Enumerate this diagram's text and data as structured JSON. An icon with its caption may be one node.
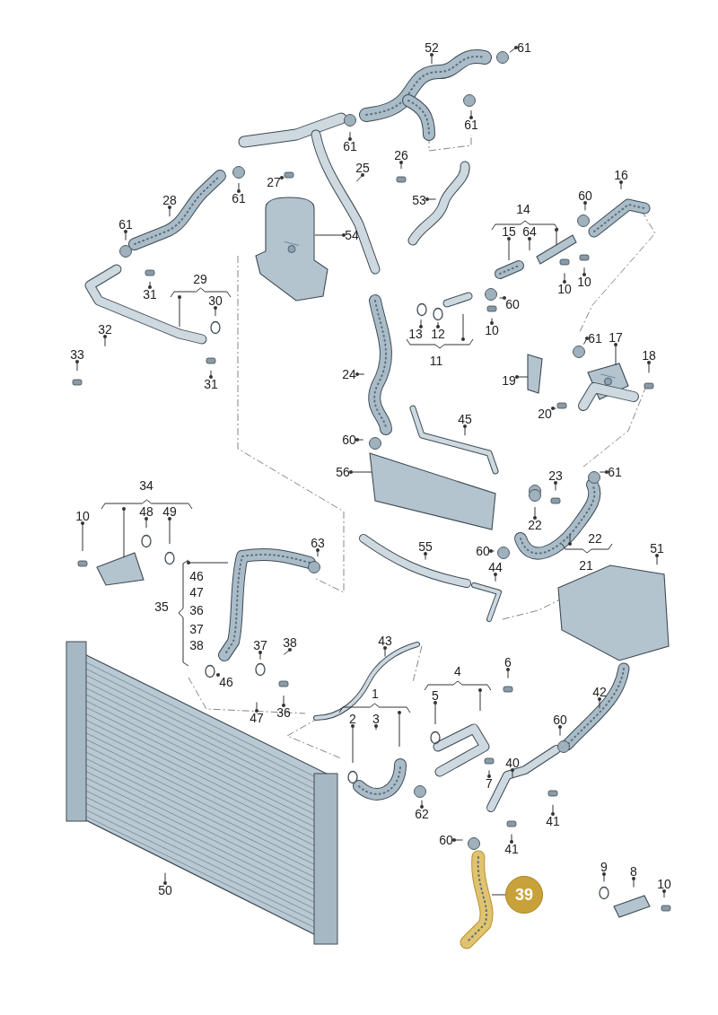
{
  "diagram": {
    "nodes": [
      {
        "text": [
          "52"
        ]
      },
      {
        "text": [
          "61"
        ]
      },
      {
        "text": [
          "61"
        ]
      },
      {
        "text": [
          "61"
        ]
      },
      {
        "text": [
          "26"
        ]
      },
      {
        "text": [
          "25"
        ]
      },
      {
        "text": [
          "27"
        ]
      },
      {
        "text": [
          "61"
        ]
      },
      {
        "text": [
          "28"
        ]
      },
      {
        "text": [
          "53"
        ]
      },
      {
        "text": [
          "54"
        ]
      },
      {
        "text": [
          "16"
        ]
      },
      {
        "text": [
          "60"
        ]
      },
      {
        "text": [
          "14"
        ]
      },
      {
        "text": [
          "15"
        ]
      },
      {
        "text": [
          "64"
        ]
      },
      {
        "text": [
          "61"
        ]
      },
      {
        "text": [
          "10"
        ]
      },
      {
        "text": [
          "10"
        ]
      },
      {
        "text": [
          "31"
        ]
      },
      {
        "text": [
          "29"
        ]
      },
      {
        "text": [
          "30"
        ]
      },
      {
        "text": [
          "60"
        ]
      },
      {
        "text": [
          "10"
        ]
      },
      {
        "text": [
          "13"
        ]
      },
      {
        "text": [
          "12"
        ]
      },
      {
        "text": [
          "11"
        ]
      },
      {
        "text": [
          "32"
        ]
      },
      {
        "text": [
          "33"
        ]
      },
      {
        "text": [
          "31"
        ]
      },
      {
        "text": [
          "24"
        ]
      },
      {
        "text": [
          "61"
        ]
      },
      {
        "text": [
          "17"
        ]
      },
      {
        "text": [
          "18"
        ]
      },
      {
        "text": [
          "19"
        ]
      },
      {
        "text": [
          "20"
        ]
      },
      {
        "text": [
          "45"
        ]
      },
      {
        "text": [
          "60"
        ]
      },
      {
        "text": [
          "56"
        ]
      },
      {
        "text": [
          "23"
        ]
      },
      {
        "text": [
          "61"
        ]
      },
      {
        "text": [
          "34"
        ]
      },
      {
        "text": [
          "10"
        ]
      },
      {
        "text": [
          "48"
        ]
      },
      {
        "text": [
          "49"
        ]
      },
      {
        "text": [
          "22"
        ]
      },
      {
        "text": [
          "21"
        ],
        "beside": [
          "22"
        ]
      },
      {
        "text": [
          "63"
        ]
      },
      {
        "text": [
          "55"
        ]
      },
      {
        "text": [
          "60"
        ]
      },
      {
        "text": [
          "44"
        ]
      },
      {
        "text": [
          "51"
        ]
      },
      {
        "text": [
          "35"
        ],
        "beside": [
          "46",
          "47",
          "36",
          "37",
          "38"
        ]
      },
      {
        "text": [
          "43"
        ]
      },
      {
        "text": [
          "37"
        ]
      },
      {
        "text": [
          "38"
        ]
      },
      {
        "text": [
          "6"
        ]
      },
      {
        "text": [
          "4"
        ]
      },
      {
        "text": [
          "5"
        ]
      },
      {
        "text": [
          "46"
        ]
      },
      {
        "text": [
          "1"
        ]
      },
      {
        "text": [
          "2"
        ]
      },
      {
        "text": [
          "3"
        ]
      },
      {
        "text": [
          "42"
        ]
      },
      {
        "text": [
          "47"
        ]
      },
      {
        "text": [
          "36"
        ]
      },
      {
        "text": [
          "60"
        ]
      },
      {
        "text": [
          "40"
        ]
      },
      {
        "text": [
          "7"
        ]
      },
      {
        "text": [
          "62"
        ]
      },
      {
        "text": [
          "41"
        ]
      },
      {
        "text": [
          "41"
        ]
      },
      {
        "text": [
          "60"
        ]
      },
      {
        "text": [
          "50"
        ]
      },
      {
        "text": [
          "9"
        ]
      },
      {
        "text": [
          "8"
        ]
      },
      {
        "text": [
          "10"
        ]
      },
      {
        "text": [
          "39"
        ]
      },
      {
        "text": [],
        "shape": "picture"
      },
      {
        "text": [],
        "shape": "box"
      },
      {
        "text": [],
        "shape": "picture"
      },
      {
        "text": [],
        "shape": "box"
      },
      {
        "text": [],
        "shape": "box"
      },
      {
        "text": [],
        "shape": "box"
      }
    ],
    "edges": [
      {
        "from": 0,
        "to": null,
        "arrow": "other"
      },
      {
        "from": 1,
        "to": null,
        "arrow": "other"
      },
      {
        "from": 2,
        "to": null,
        "arrow": "other"
      },
      {
        "from": 3,
        "to": null,
        "arrow": "other"
      },
      {
        "from": 4,
        "to": null,
        "arrow": "other"
      },
      {
        "from": 5,
        "to": null,
        "arrow": "other"
      },
      {
        "from": 6,
        "to": null,
        "arrow": "other"
      },
      {
        "from": 7,
        "to": null,
        "arrow": "other"
      },
      {
        "from": 8,
        "to": null,
        "arrow": "other"
      },
      {
        "from": 9,
        "to": null,
        "arrow": "other"
      },
      {
        "from": 10,
        "to": 78,
        "arrow": "other"
      },
      {
        "from": 11,
        "to": null,
        "arrow": "other"
      },
      {
        "from": 12,
        "to": null,
        "arrow": "other"
      },
      {
        "from": 13,
        "to": 83,
        "arrow": "other"
      },
      {
        "from": 14,
        "to": null,
        "arrow": "other"
      },
      {
        "from": 15,
        "to": null,
        "arrow": "other"
      },
      {
        "from": 16,
        "to": null,
        "arrow": "other"
      },
      {
        "from": 17,
        "to": null,
        "arrow": "other"
      },
      {
        "from": 18,
        "to": null,
        "arrow": "other"
      },
      {
        "from": 19,
        "to": null,
        "arrow": "other"
      },
      {
        "from": 20,
        "to": null,
        "arrow": "other"
      },
      {
        "from": 21,
        "to": null,
        "arrow": "other"
      },
      {
        "from": 22,
        "to": null,
        "arrow": "other"
      },
      {
        "from": 23,
        "to": null,
        "arrow": "other"
      },
      {
        "from": 24,
        "to": null,
        "arrow": "other"
      },
      {
        "from": 25,
        "to": null,
        "arrow": "other"
      },
      {
        "from": 26,
        "to": null,
        "arrow": "other"
      },
      {
        "from": 27,
        "to": null,
        "arrow": "other"
      },
      {
        "from": 28,
        "to": null,
        "arrow": "other"
      },
      {
        "from": 29,
        "to": null,
        "arrow": "other"
      },
      {
        "from": 30,
        "to": null,
        "arrow": "other"
      },
      {
        "from": 31,
        "to": null,
        "arrow": "other"
      },
      {
        "from": 32,
        "to": 80,
        "arrow": "other"
      },
      {
        "from": 33,
        "to": null,
        "arrow": "other"
      },
      {
        "from": 34,
        "to": 81,
        "arrow": "other"
      },
      {
        "from": 35,
        "to": null,
        "arrow": "other"
      },
      {
        "from": 36,
        "to": null,
        "arrow": "other"
      },
      {
        "from": 37,
        "to": null,
        "arrow": "other"
      },
      {
        "from": 38,
        "to": 79,
        "arrow": "other"
      },
      {
        "from": 39,
        "to": null,
        "arrow": "other"
      },
      {
        "from": 40,
        "to": null,
        "arrow": "other"
      },
      {
        "from": 41,
        "to": 82,
        "arrow": "other"
      },
      {
        "from": 42,
        "to": null,
        "arrow": "other"
      },
      {
        "from": 43,
        "to": null,
        "arrow": "other"
      },
      {
        "from": 44,
        "to": null,
        "arrow": "other"
      },
      {
        "from": 45,
        "to": null,
        "arrow": "other"
      },
      {
        "from": 46,
        "to": null,
        "arrow": "other"
      },
      {
        "from": 47,
        "to": null,
        "arrow": "other"
      },
      {
        "from": 48,
        "to": null,
        "arrow": "other"
      },
      {
        "from": 49,
        "to": null,
        "arrow": "other"
      },
      {
        "from": 50,
        "to": null,
        "arrow": "other"
      },
      {
        "from": 51,
        "to": null,
        "arrow": "other"
      },
      {
        "from": 52,
        "to": null,
        "arrow": "other"
      },
      {
        "from": 53,
        "to": null,
        "arrow": "other"
      },
      {
        "from": 54,
        "to": null,
        "arrow": "other"
      },
      {
        "from": 55,
        "to": null,
        "arrow": "other"
      },
      {
        "from": 56,
        "to": null,
        "arrow": "other"
      },
      {
        "from": 57,
        "to": null,
        "arrow": "other"
      },
      {
        "from": 58,
        "to": null,
        "arrow": "other"
      },
      {
        "from": 59,
        "to": null,
        "arrow": "other"
      },
      {
        "from": 60,
        "to": null,
        "arrow": "other"
      },
      {
        "from": 61,
        "to": null,
        "arrow": "other"
      },
      {
        "from": 62,
        "to": null,
        "arrow": "other"
      },
      {
        "from": 63,
        "to": null,
        "arrow": "other"
      },
      {
        "from": 64,
        "to": null,
        "arrow": "other"
      },
      {
        "from": 65,
        "to": null,
        "arrow": "other"
      },
      {
        "from": 66,
        "to": null,
        "arrow": "other"
      },
      {
        "from": 67,
        "to": null,
        "arrow": "other"
      },
      {
        "from": 68,
        "to": null,
        "arrow": "other"
      },
      {
        "from": 69,
        "to": null,
        "arrow": "other"
      },
      {
        "from": 70,
        "to": null,
        "arrow": "other"
      },
      {
        "from": 71,
        "to": null,
        "arrow": "other"
      },
      {
        "from": 72,
        "to": null,
        "arrow": "other"
      },
      {
        "from": 73,
        "to": null,
        "arrow": "other"
      },
      {
        "from": 74,
        "to": null,
        "arrow": "other"
      },
      {
        "from": 75,
        "to": null,
        "arrow": "other"
      },
      {
        "from": 76,
        "to": null,
        "arrow": "other"
      },
      {
        "from": 77,
        "to": null,
        "arrow": "none"
      }
    ]
  }
}
